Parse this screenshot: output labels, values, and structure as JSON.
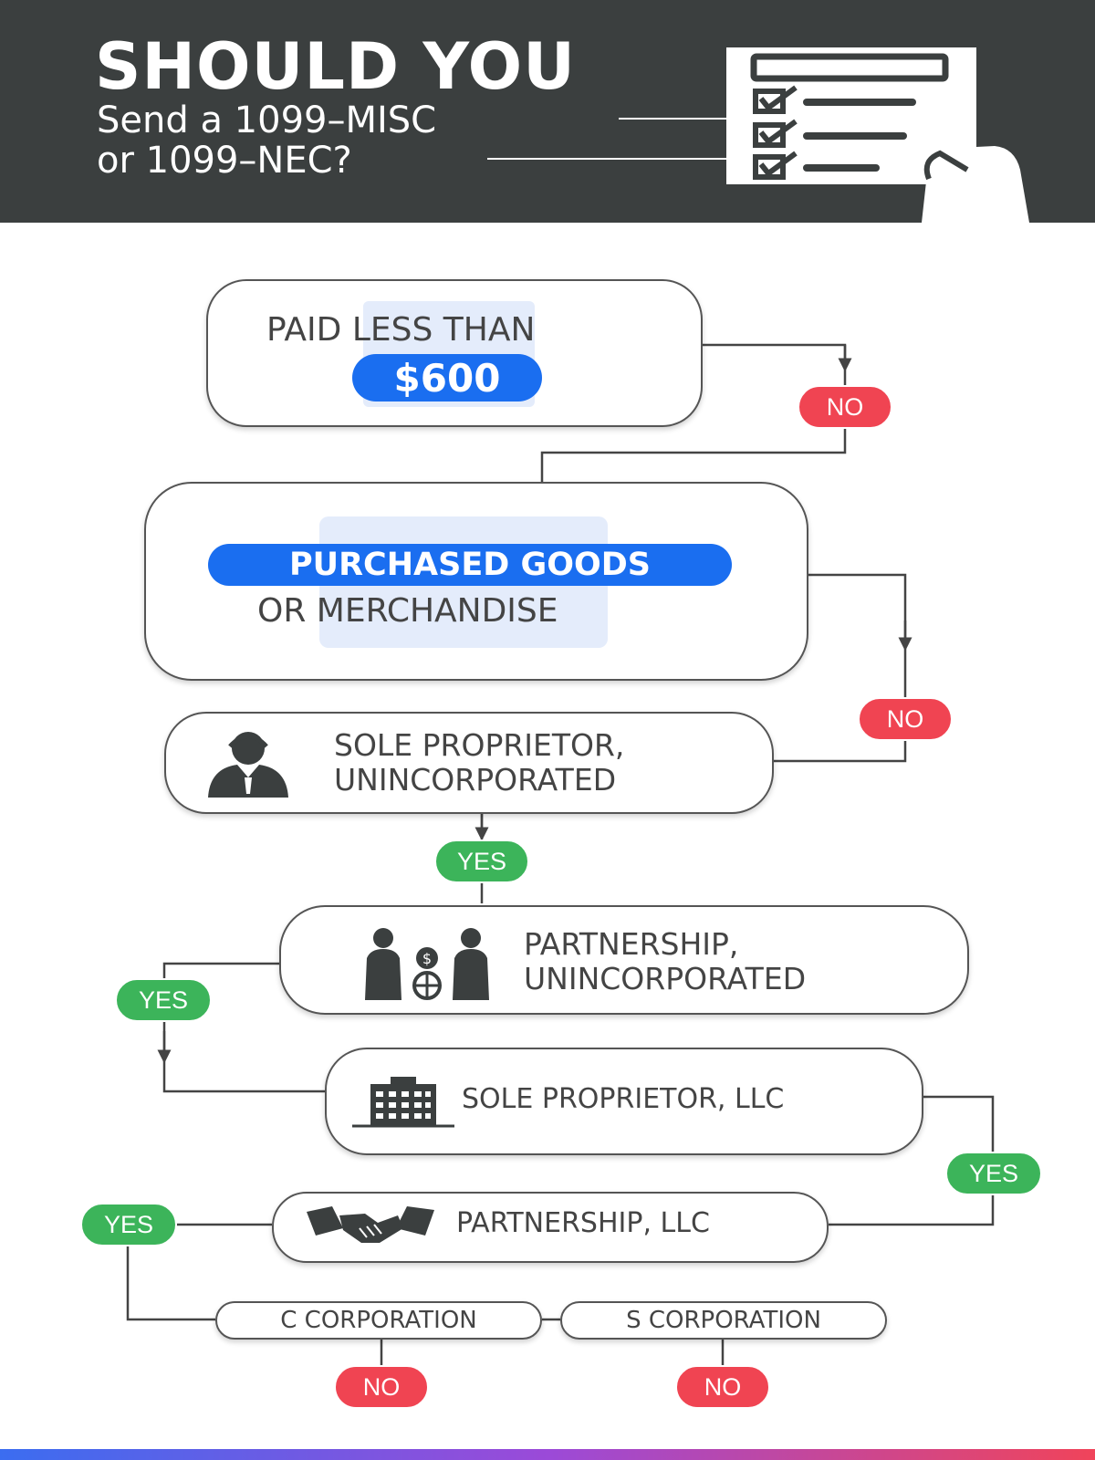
{
  "header": {
    "title": "SHOULD YOU",
    "subtitle_line1": "Send a 1099–MISC",
    "subtitle_line2": "or 1099–NEC?"
  },
  "icons": {
    "header": "checklist-hand-icon",
    "sole_proprietor": "person-icon",
    "partnership": "partners-money-icon",
    "llc": "office-building-icon",
    "partnership_llc": "handshake-icon"
  },
  "colors": {
    "header_bg": "#3b3f3f",
    "highlight_blue": "#1a6ef0",
    "no_red": "#f04452",
    "yes_green": "#3cb45a"
  },
  "flow": {
    "paid_less_than": {
      "label": "PAID LESS THAN",
      "amount": "$600"
    },
    "purchased_goods": {
      "highlight": "PURCHASED GOODS",
      "label": "OR MERCHANDISE"
    },
    "sole_prop_uninc": {
      "line1": "SOLE PROPRIETOR,",
      "line2": "UNINCORPORATED"
    },
    "partnership_uninc": {
      "line1": "PARTNERSHIP,",
      "line2": "UNINCORPORATED"
    },
    "sole_prop_llc": {
      "label": "SOLE PROPRIETOR, LLC"
    },
    "partnership_llc": {
      "label": "PARTNERSHIP, LLC"
    },
    "c_corp": {
      "label": "C CORPORATION"
    },
    "s_corp": {
      "label": "S CORPORATION"
    }
  },
  "answers": {
    "paid_less_than": "NO",
    "purchased_goods": "NO",
    "sole_prop_uninc": "YES",
    "partnership_uninc": "YES",
    "sole_prop_llc": "YES",
    "partnership_llc": "YES",
    "c_corp": "NO",
    "s_corp": "NO"
  }
}
